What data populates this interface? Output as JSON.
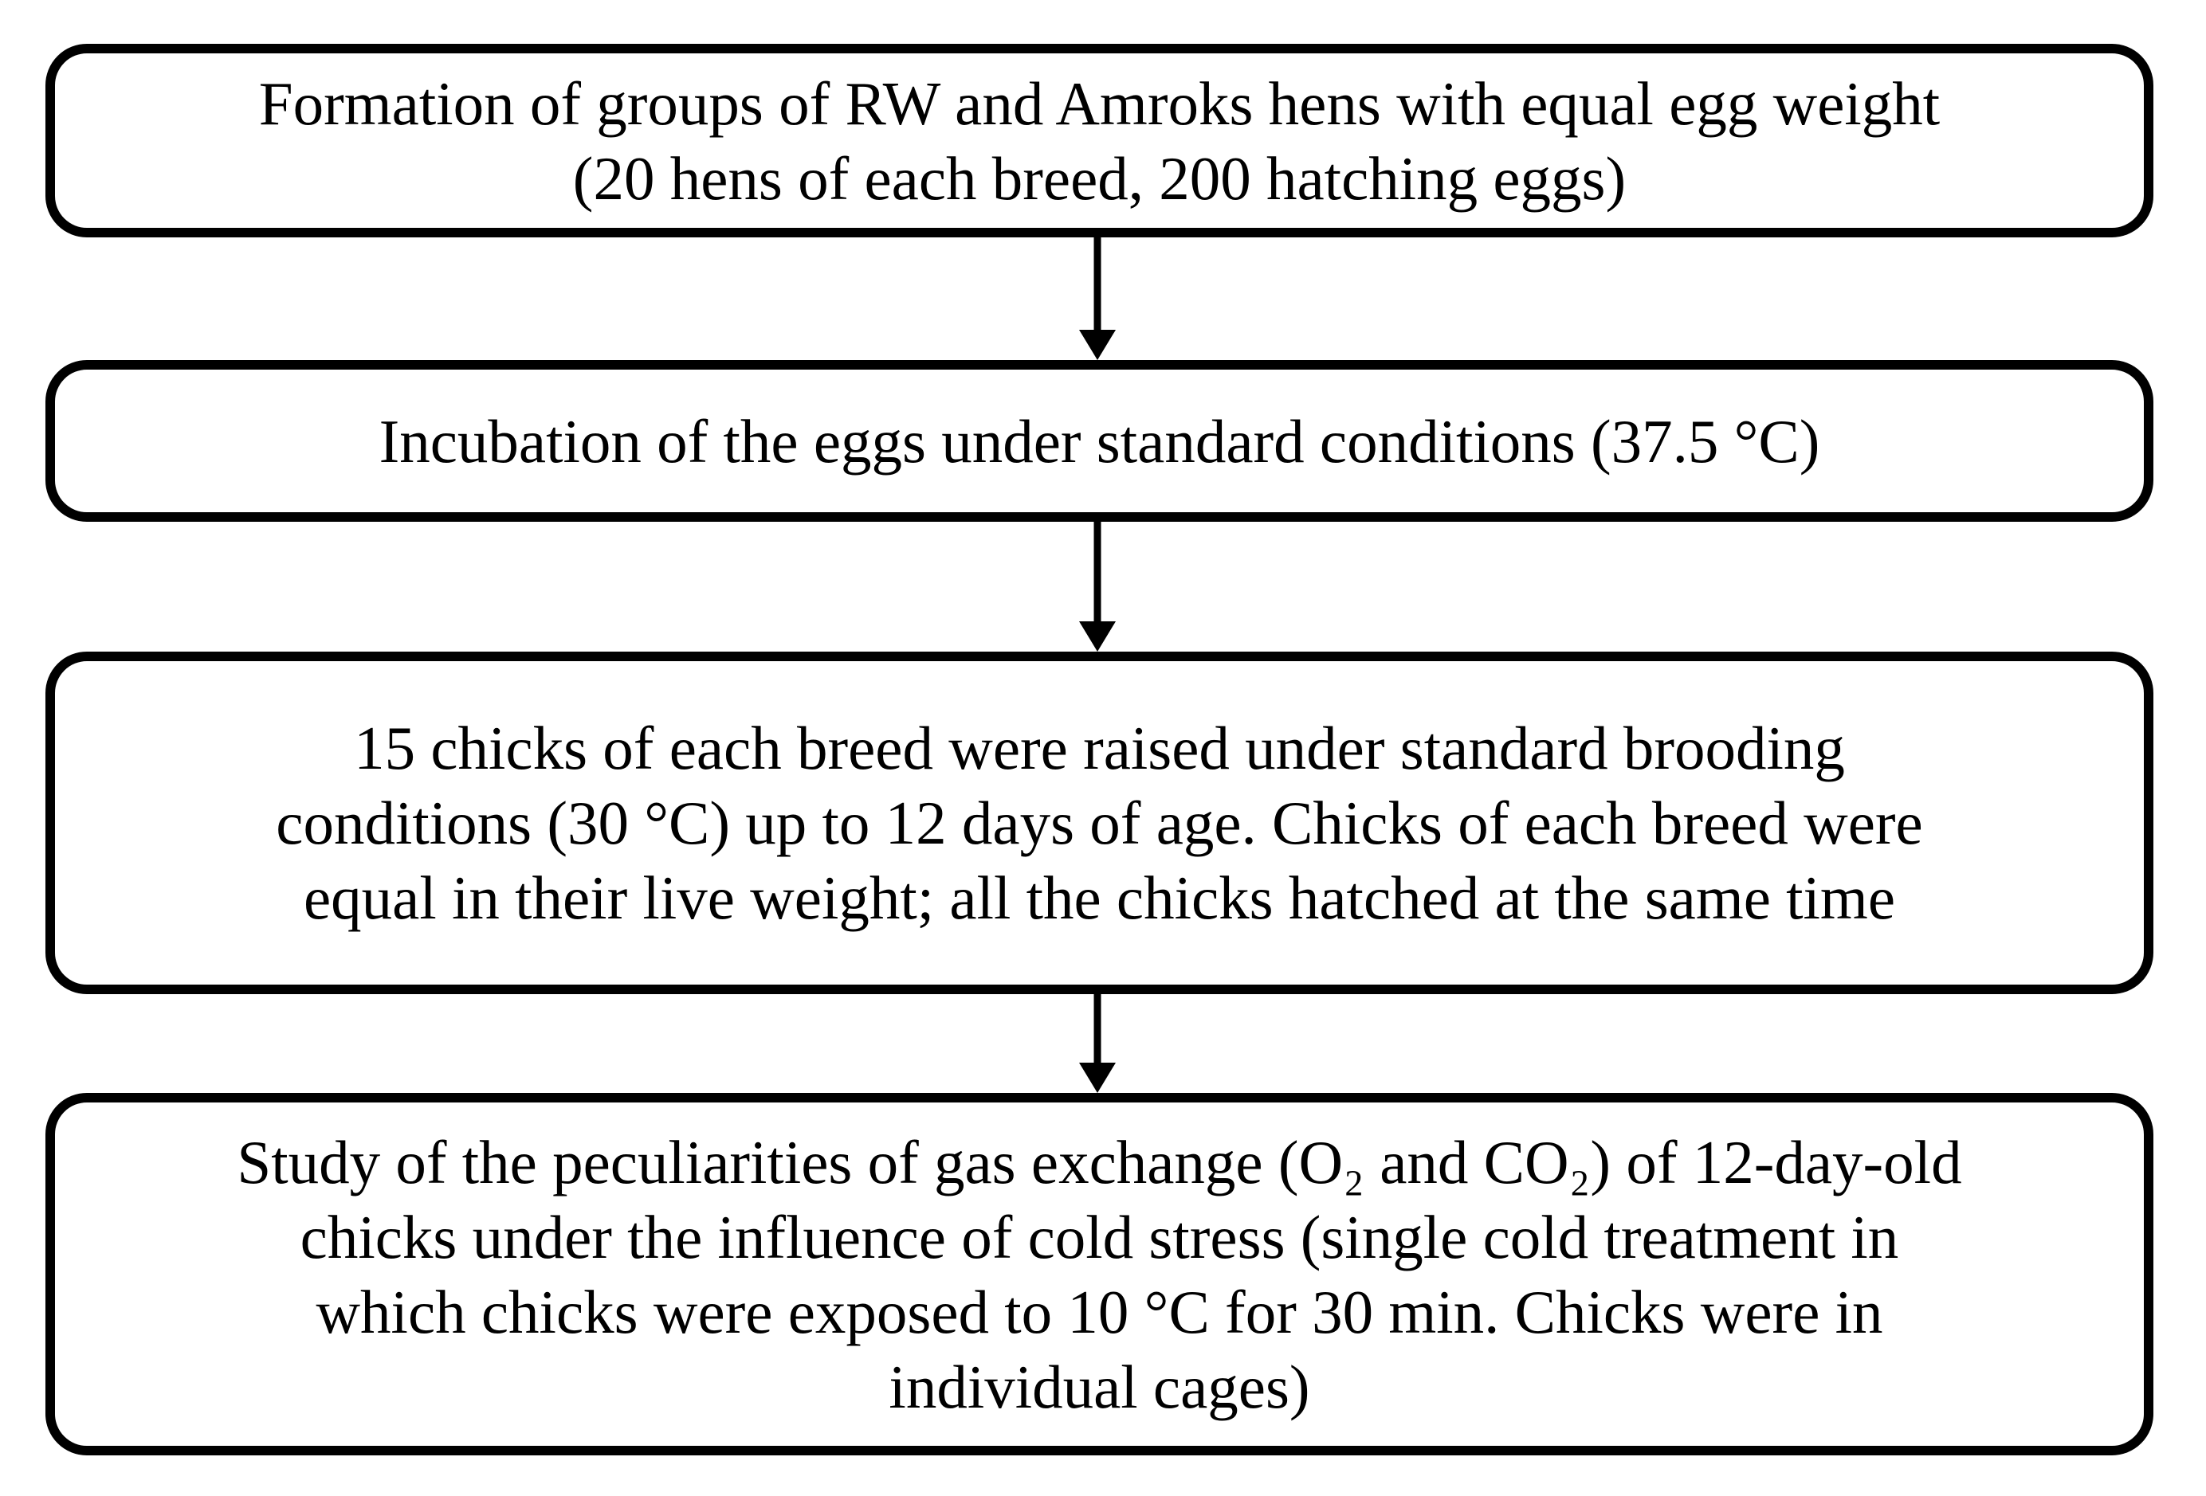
{
  "figure": {
    "type": "flowchart",
    "orientation": "vertical",
    "background_color": "#ffffff",
    "box_border_color": "#000000",
    "text_color": "#000000",
    "arrow_color": "#000000",
    "steps": [
      {
        "name": "group-formation",
        "lines": [
          "Formation of groups of RW and Amroks hens with equal egg weight",
          "(20 hens of each breed, 200 hatching eggs)"
        ]
      },
      {
        "name": "incubation",
        "lines": [
          "Incubation of the eggs under standard conditions (37.5 °C)"
        ]
      },
      {
        "name": "brooding",
        "lines": [
          "15 chicks of each breed were raised under standard brooding",
          "conditions (30 °C) up to 12 days of age. Chicks of each breed were",
          "equal in their live weight; all the chicks hatched at the same time"
        ]
      },
      {
        "name": "cold-stress-study",
        "lines": [
          "Study of the peculiarities of gas exchange (O₂ and CO₂) of 12-day-old",
          "chicks under the influence of cold stress (single cold treatment in",
          "which chicks were exposed to 10 °C for 30 min. Chicks were in",
          "individual cages)"
        ]
      }
    ],
    "connectors": [
      {
        "from_step": 1,
        "to_step": 2,
        "shape": "down-arrow"
      },
      {
        "from_step": 2,
        "to_step": 3,
        "shape": "down-arrow"
      },
      {
        "from_step": 3,
        "to_step": 4,
        "shape": "down-arrow"
      }
    ]
  }
}
